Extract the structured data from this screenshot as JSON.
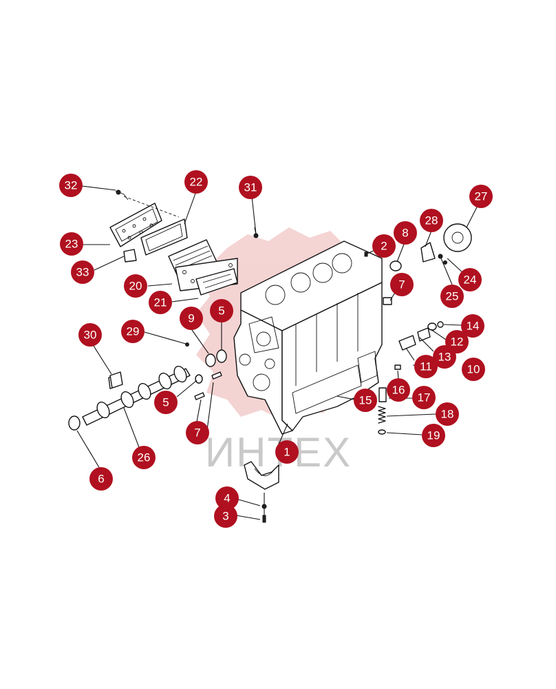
{
  "watermark": {
    "text": "ИНТЕХ",
    "logo_color": "#f0c4c4"
  },
  "accent_color": "#b0101f",
  "callouts": [
    "32",
    "22",
    "31",
    "27",
    "23",
    "28",
    "8",
    "2",
    "33",
    "20",
    "24",
    "7",
    "21",
    "25",
    "9",
    "5",
    "29",
    "14",
    "30",
    "12",
    "13",
    "11",
    "10",
    "16",
    "5",
    "15",
    "17",
    "18",
    "7",
    "19",
    "1",
    "26",
    "6",
    "4",
    "3"
  ]
}
